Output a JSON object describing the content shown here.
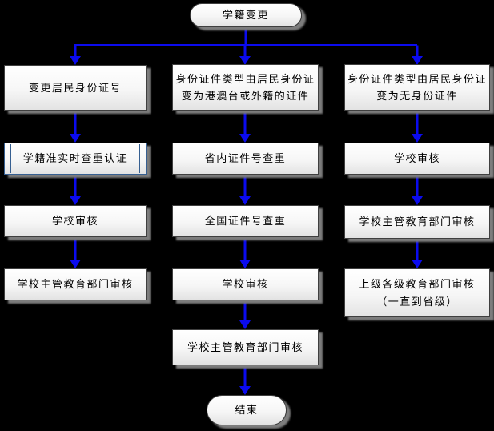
{
  "diagram": {
    "start": {
      "label": "学籍变更"
    },
    "end": {
      "label": "结束"
    },
    "columns": {
      "left": [
        "变更居民身份证号",
        "学籍准实时查重认证",
        "学校审核",
        "学校主管教育部门审核"
      ],
      "middle": [
        "身份证件类型由居民身份证\n变为港澳台或外籍的证件",
        "省内证件号查重",
        "全国证件号查重",
        "学校审核",
        "学校主管教育部门审核"
      ],
      "right": [
        "身份证件类型由居民身份证\n变为无身份证件",
        "学校审核",
        "学校主管教育部门审核",
        "上级各级教育部门审核\n（一直到省级）"
      ]
    }
  },
  "colors": {
    "background": "#000000",
    "arrow": "#0b0bee",
    "box_border": "#3f3f3f",
    "predefined_border": "#365f91",
    "box_fill_top": "#ffffff",
    "box_fill_bottom": "#e3e3e3",
    "text": "#000000",
    "shadow": "#7d7d7d"
  }
}
